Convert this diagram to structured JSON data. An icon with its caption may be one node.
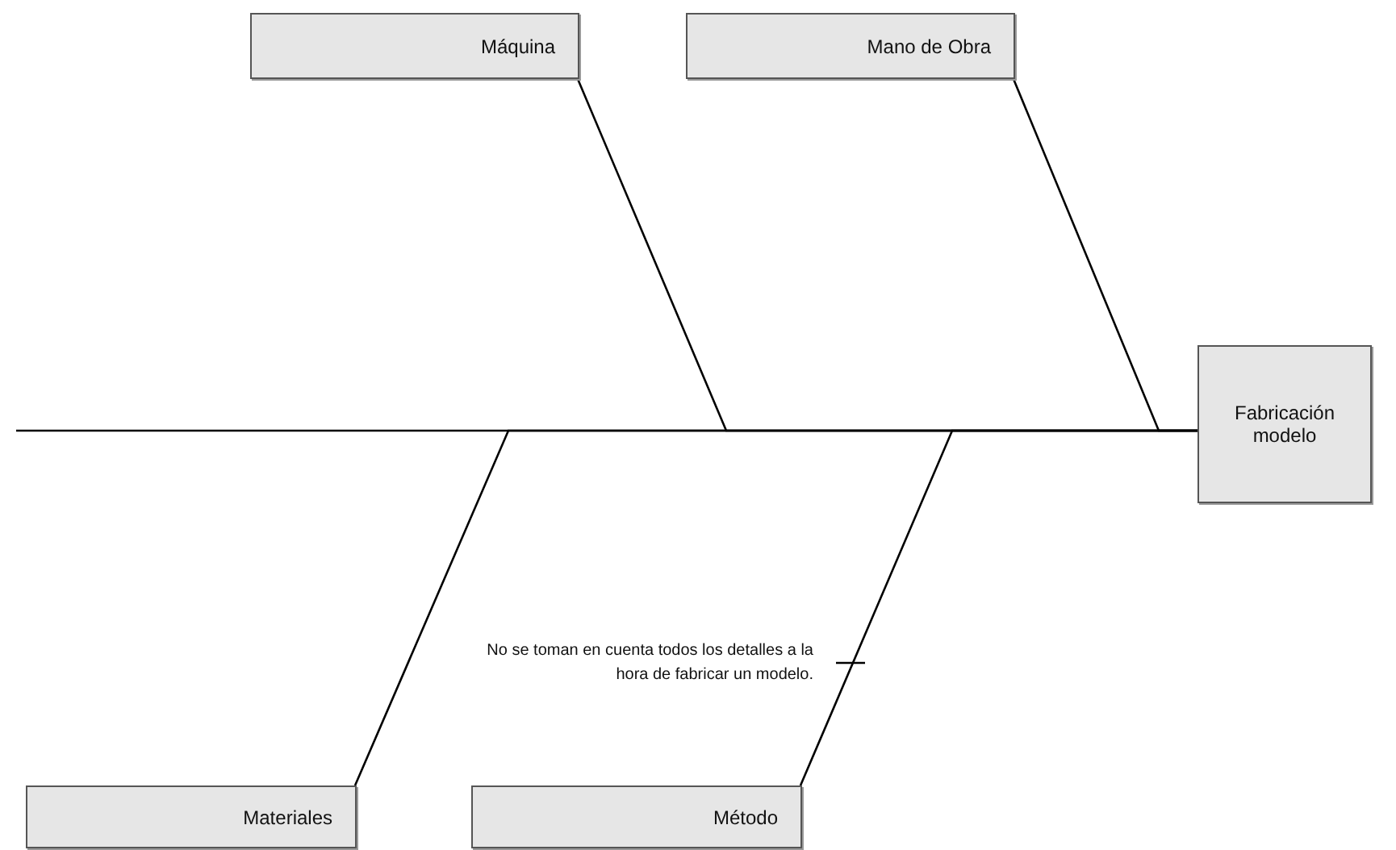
{
  "diagram": {
    "nodes": [
      {
        "text": [
          "Máquina"
        ]
      },
      {
        "text": [
          "Mano de Obra"
        ]
      },
      {
        "text": [
          "Fabricación modelo"
        ]
      },
      {
        "text": [
          "Materiales"
        ]
      },
      {
        "text": [
          "Método"
        ]
      }
    ],
    "edges": [
      {
        "from": null,
        "to": 2,
        "arrow": "none"
      },
      {
        "from": 0,
        "to": 2,
        "arrow": "none"
      },
      {
        "from": 1,
        "to": 2,
        "arrow": "none"
      },
      {
        "from": 3,
        "to": 2,
        "arrow": "none"
      },
      {
        "from": 4,
        "to": 2,
        "arrow": "none"
      }
    ],
    "labels": [
      "No  se toman en cuenta todos los detalles a la hora de fabricar un modelo."
    ]
  }
}
